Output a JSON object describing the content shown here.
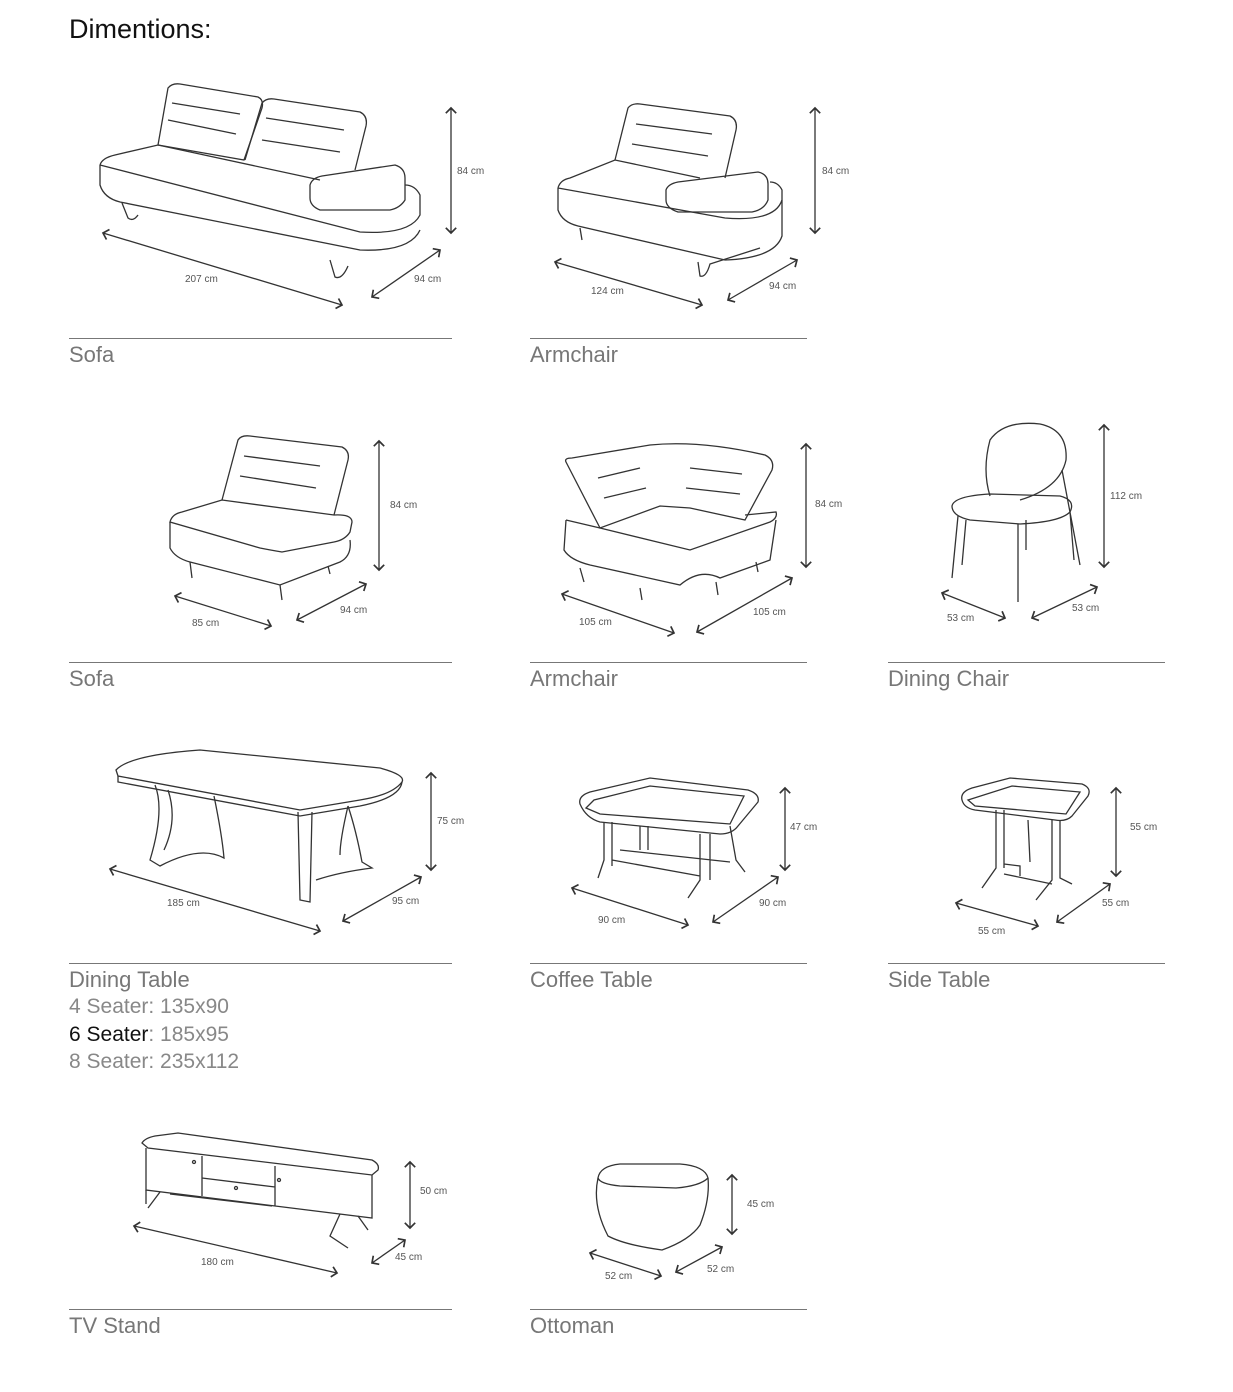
{
  "heading": "Dimentions:",
  "items": [
    {
      "title": "Sofa",
      "height": "84 cm",
      "width": "207 cm",
      "depth": "94 cm"
    },
    {
      "title": "Armchair",
      "height": "84 cm",
      "width": "124 cm",
      "depth": "94 cm"
    },
    {
      "title": "Sofa",
      "height": "84 cm",
      "width": "85 cm",
      "depth": "94 cm"
    },
    {
      "title": "Armchair",
      "height": "84 cm",
      "width": "105 cm",
      "depth": "105 cm"
    },
    {
      "title": "Dining Chair",
      "height": "112 cm",
      "width": "53 cm",
      "depth": "53 cm"
    },
    {
      "title": "Dining Table",
      "height": "75 cm",
      "width": "185 cm",
      "depth": "95 cm"
    },
    {
      "title": "Coffee Table",
      "height": "47 cm",
      "width": "90 cm",
      "depth": "90 cm"
    },
    {
      "title": "Side Table",
      "height": "55 cm",
      "width": "55 cm",
      "depth": "55 cm"
    },
    {
      "title": "TV Stand",
      "height": "50 cm",
      "width": "180 cm",
      "depth": "45 cm"
    },
    {
      "title": "Ottoman",
      "height": "45 cm",
      "width": "52 cm",
      "depth": "52 cm"
    }
  ],
  "dining_variants": [
    {
      "label": "4 Seater",
      "size": ": 135x90"
    },
    {
      "label": "6 Seater",
      "size": ": 185x95"
    },
    {
      "label": "8 Seater",
      "size": ": 235x112"
    }
  ]
}
